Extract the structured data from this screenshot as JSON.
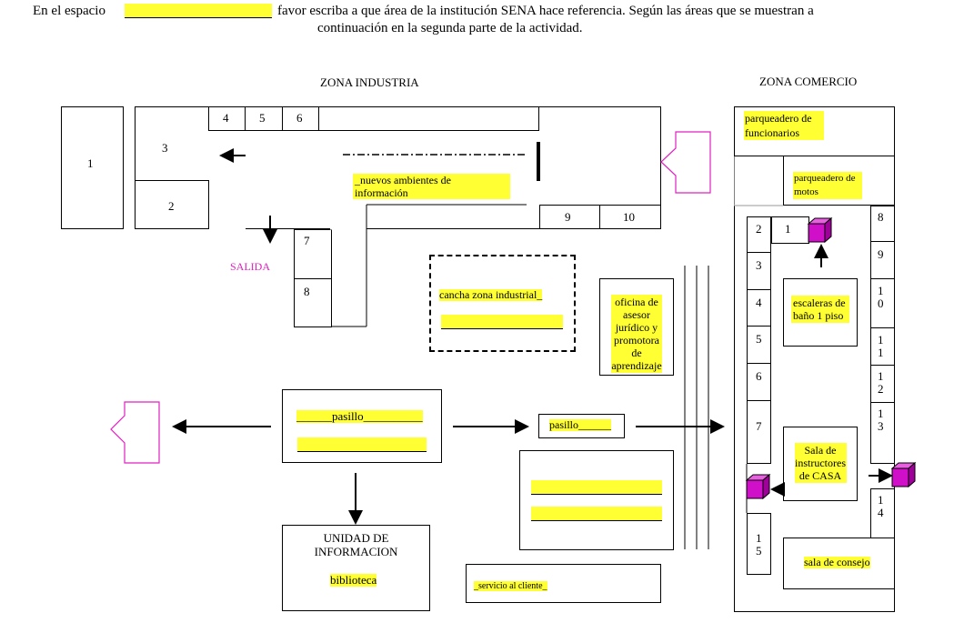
{
  "instructions": {
    "line1_before": "En el espacio",
    "line1_after": "favor escriba a que área de la institución SENA hace referencia. Según las áreas que se muestran a",
    "line2": "continuación en la segunda parte de la actividad."
  },
  "zones": {
    "industria": "ZONA INDUSTRIA",
    "comercio": "ZONA COMERCIO"
  },
  "industria": {
    "room_1": "1",
    "room_2": "2",
    "room_3": "3",
    "room_4": "4",
    "room_5": "5",
    "room_6": "6",
    "room_7": "7",
    "room_8": "8",
    "room_9": "9",
    "room_10": "10",
    "nuevos_line1": "_nuevos  ambientes de",
    "nuevos_line2": "información",
    "salida": "SALIDA",
    "cancha": "cancha zona industrial_",
    "oficina": [
      "oficina de",
      "asesor",
      "jurídico y",
      "promotora",
      "de",
      "aprendizaje"
    ]
  },
  "center": {
    "pasillo_main": "______pasillo__________",
    "pasillo_small": "pasillo______",
    "unidad_line1": "UNIDAD DE",
    "unidad_line2": "INFORMACION",
    "biblioteca": "biblioteca",
    "servicio": "_servicio al cliente_"
  },
  "comercio": {
    "parq_func_line1": "parqueadero de",
    "parq_func_line2": "funcionarios",
    "parq_motos_line1": "parqueadero de",
    "parq_motos_line2": "motos",
    "escaleras_line1": "escaleras de",
    "escaleras_line2": "baño 1 piso",
    "sala_instr": [
      "Sala de",
      "instructores",
      "de CASA"
    ],
    "sala_consejo": "sala de consejo",
    "left_rooms": [
      "2",
      "3",
      "4",
      "5",
      "6",
      "7"
    ],
    "room_1": "1",
    "right_rooms": [
      "8",
      "9",
      "1\n0",
      "1\n1",
      "1\n2",
      "1\n3"
    ],
    "room_14": "1\n4",
    "room_15": "1\n5"
  },
  "markers": {
    "arrow_num": "2"
  },
  "colors": {
    "highlight": "#ffff33",
    "accent": "#e020c0",
    "cube": "#d010c8"
  }
}
